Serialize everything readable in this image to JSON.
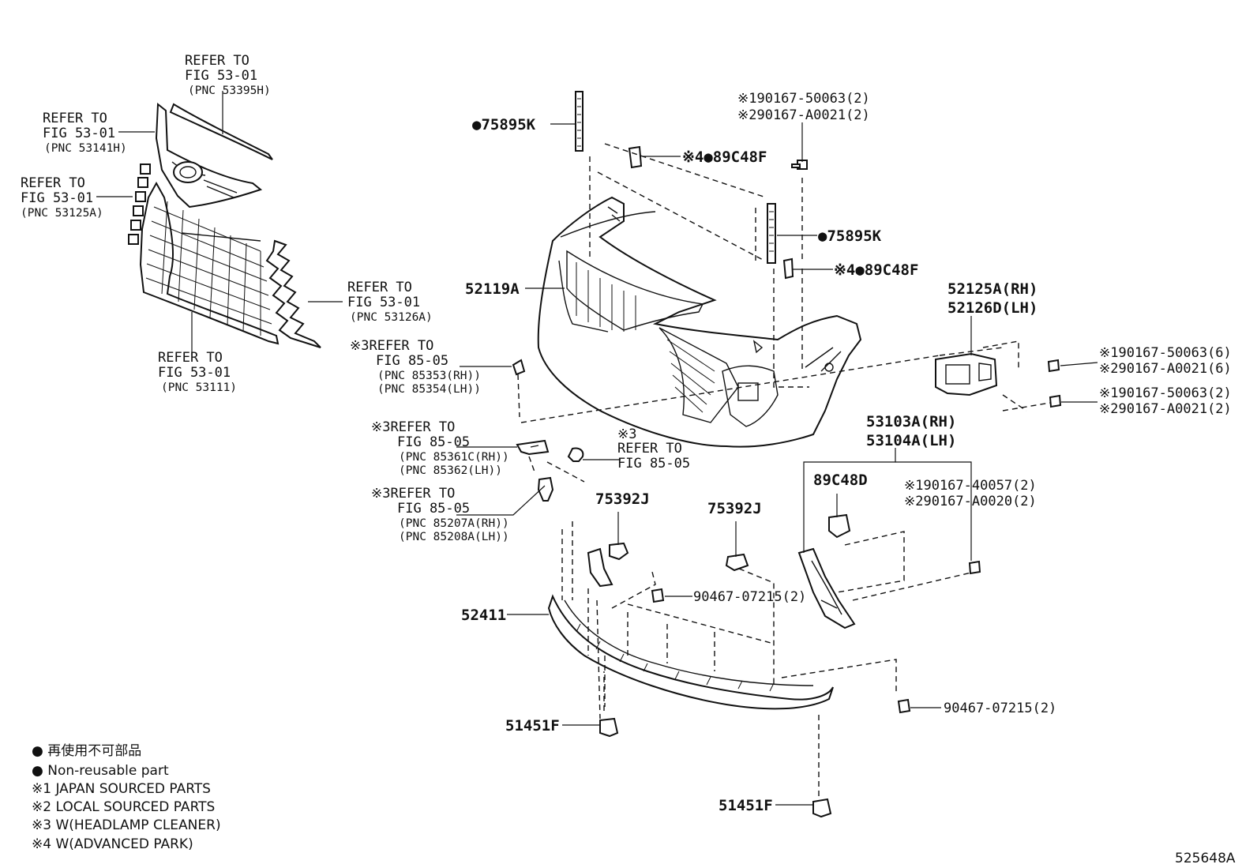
{
  "callouts": {
    "grille_top": [
      "REFER TO",
      "FIG 53-01",
      "(PNC 53395H)"
    ],
    "grille_upper": [
      "REFER TO",
      "FIG 53-01",
      "(PNC 53141H)"
    ],
    "grille_left": [
      "REFER TO",
      "FIG 53-01",
      "(PNC 53125A)"
    ],
    "grille_right": [
      "REFER TO",
      "FIG 53-01",
      "(PNC 53126A)"
    ],
    "grille_main": [
      "REFER TO",
      "FIG 53-01",
      "(PNC 53111)"
    ],
    "headlamp_cover": [
      "※3REFER TO",
      "FIG 85-05",
      "(PNC 85353(RH))",
      "(PNC 85354(LH))"
    ],
    "headlamp_nozzle": [
      "※3REFER TO",
      "FIG 85-05",
      "(PNC 85361C(RH))",
      "(PNC 85362(LH))"
    ],
    "headlamp_clip": [
      "※3",
      "REFER TO",
      "FIG 85-05"
    ],
    "headlamp_actuator": [
      "※3REFER TO",
      "FIG 85-05",
      "(PNC 85207A(RH))",
      "(PNC 85208A(LH))"
    ]
  },
  "parts": {
    "p75895k_top": "●75895K",
    "p75895k_right": "●75895K",
    "p89c48f_top": "※4●89C48F",
    "p89c48f_right": "※4●89C48F",
    "p52119a": "52119A",
    "p52125a": "52125A(RH)",
    "p52126d": "52126D(LH)",
    "p53103a": "53103A(RH)",
    "p53104a": "53104A(LH)",
    "p89c48d": "89C48D",
    "p75392j_left": "75392J",
    "p75392j_right": "75392J",
    "p52411": "52411",
    "p51451f_left": "51451F",
    "p51451f_bottom": "51451F",
    "p90467_mid": "90467-07215(2)",
    "p90467_right": "90467-07215(2)"
  },
  "fasteners": {
    "top_screw": [
      "※190167-50063(2)",
      "※290167-A0021(2)"
    ],
    "lamp_screw_a": [
      "※190167-50063(6)",
      "※290167-A0021(6)"
    ],
    "lamp_screw_b": [
      "※190167-50063(2)",
      "※290167-A0021(2)"
    ],
    "bracket_screw": [
      "※190167-40057(2)",
      "※290167-A0020(2)"
    ]
  },
  "legend": [
    "●  再使用不可部品",
    "●  Non-reusable part",
    "※1 JAPAN SOURCED PARTS",
    "※2 LOCAL SOURCED PARTS",
    "※3 W(HEADLAMP CLEANER)",
    "※4 W(ADVANCED PARK)"
  ],
  "illustration_id": "525648A"
}
